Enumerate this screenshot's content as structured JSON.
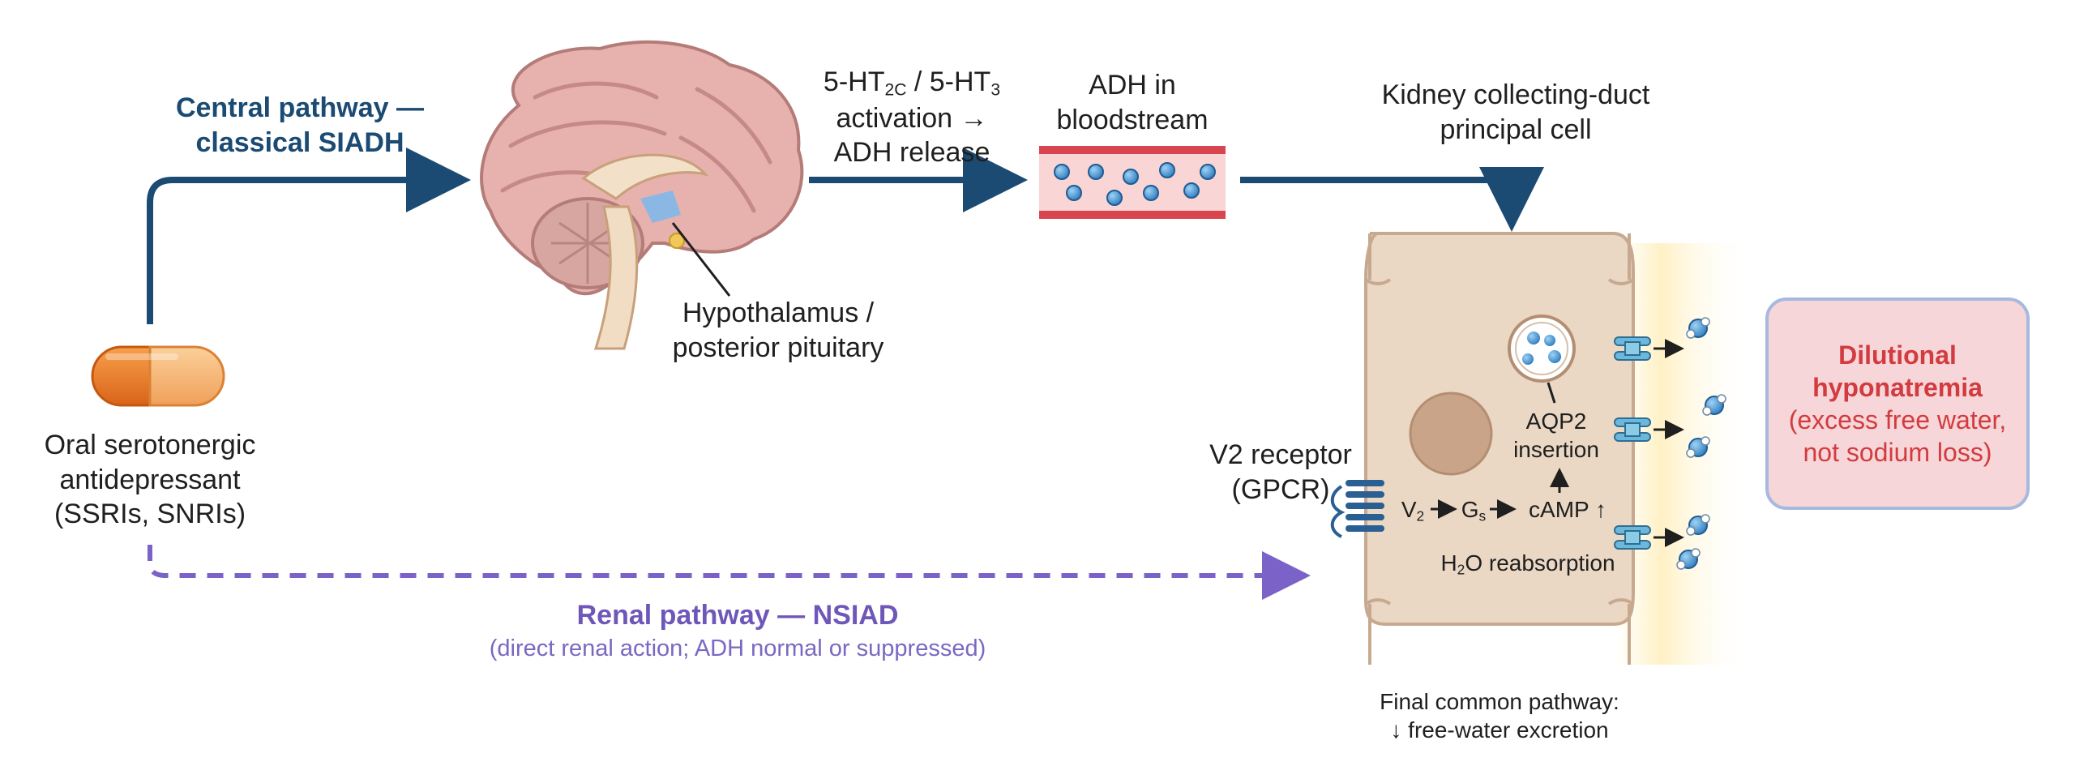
{
  "drug": {
    "line1": "Oral serotonergic",
    "line2": "antidepressant",
    "line3": "(SSRIs, SNRIs)"
  },
  "central_pathway": {
    "line1": "Central pathway —",
    "line2": "classical SIADH"
  },
  "serotonin_activation": {
    "prefix1": "5-HT",
    "sub1": "2C",
    "mid": " / 5-HT",
    "sub2": "3",
    "line2": "activation →",
    "line3": "ADH release"
  },
  "hypothalamus": {
    "line1": "Hypothalamus /",
    "line2": "posterior pituitary"
  },
  "adh": {
    "line1": "ADH in",
    "line2": "bloodstream"
  },
  "kidney": {
    "line1": "Kidney collecting-duct",
    "line2": "principal cell"
  },
  "receptor": {
    "line1": "V2 receptor",
    "line2": "(GPCR)"
  },
  "signaling": {
    "v": "V",
    "v_sub": "2",
    "g": "G",
    "g_sub": "s",
    "camp": "cAMP ↑"
  },
  "aqp2": {
    "line1": "AQP2",
    "line2": "insertion"
  },
  "water": {
    "h": "H",
    "h_sub": "2",
    "rest": "O reabsorption"
  },
  "renal_pathway": {
    "title": "Renal pathway — NSIAD",
    "subtitle": "(direct renal action; ADH normal or suppressed)"
  },
  "final": {
    "line1": "Final common pathway:",
    "line2": "↓ free-water excretion"
  },
  "result": {
    "line1": "Dilutional",
    "line2": "hyponatremia",
    "line3": "(excess free water,",
    "line4": "not sodium loss)"
  },
  "colors": {
    "central_arrow": "#1b4a73",
    "renal_arrow": "#7a62c8",
    "result_text": "#d23b3f",
    "result_fill": "#f6d6d8",
    "cell_fill": "#ead8c4"
  }
}
